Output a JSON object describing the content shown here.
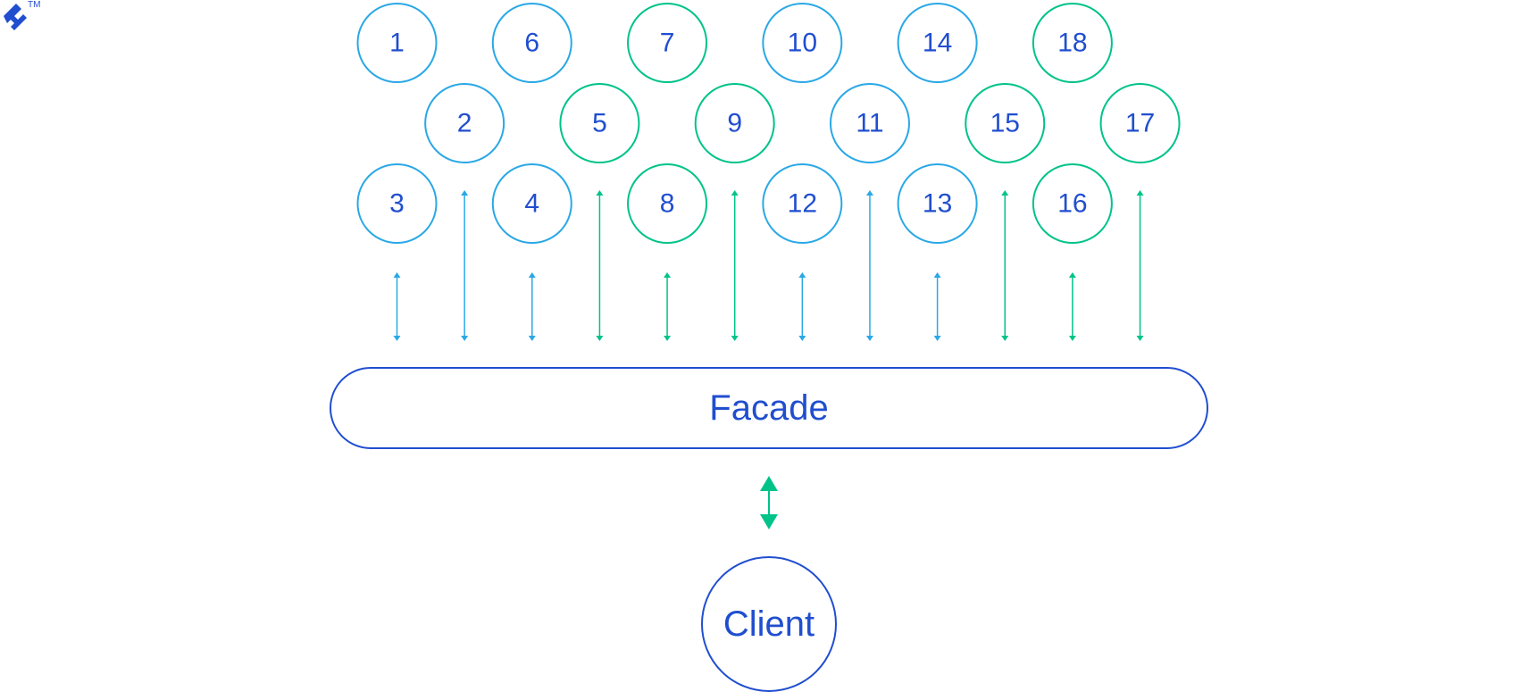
{
  "logo": {
    "text": "TM"
  },
  "colors": {
    "blue": "#2aa8e6",
    "green": "#00c389",
    "text": "#204ecf",
    "facade": "#204ecf"
  },
  "subsystems": [
    {
      "label": "1",
      "color": "blue",
      "row": 0,
      "col": 0
    },
    {
      "label": "2",
      "color": "blue",
      "row": 1,
      "col": 1
    },
    {
      "label": "3",
      "color": "blue",
      "row": 2,
      "col": 0
    },
    {
      "label": "4",
      "color": "blue",
      "row": 2,
      "col": 2
    },
    {
      "label": "5",
      "color": "green",
      "row": 1,
      "col": 3
    },
    {
      "label": "6",
      "color": "blue",
      "row": 0,
      "col": 2
    },
    {
      "label": "7",
      "color": "green",
      "row": 0,
      "col": 4
    },
    {
      "label": "8",
      "color": "green",
      "row": 2,
      "col": 4
    },
    {
      "label": "9",
      "color": "green",
      "row": 1,
      "col": 5
    },
    {
      "label": "10",
      "color": "blue",
      "row": 0,
      "col": 6
    },
    {
      "label": "11",
      "color": "blue",
      "row": 1,
      "col": 7
    },
    {
      "label": "12",
      "color": "blue",
      "row": 2,
      "col": 6
    },
    {
      "label": "13",
      "color": "blue",
      "row": 2,
      "col": 8
    },
    {
      "label": "14",
      "color": "blue",
      "row": 0,
      "col": 8
    },
    {
      "label": "15",
      "color": "green",
      "row": 1,
      "col": 9
    },
    {
      "label": "16",
      "color": "green",
      "row": 2,
      "col": 10
    },
    {
      "label": "17",
      "color": "green",
      "row": 1,
      "col": 11
    },
    {
      "label": "18",
      "color": "green",
      "row": 0,
      "col": 10
    }
  ],
  "connectors": [
    "blue",
    "blue",
    "blue",
    "green",
    "green",
    "green",
    "blue",
    "blue",
    "blue",
    "green",
    "green",
    "green"
  ],
  "facade": {
    "label": "Facade"
  },
  "client": {
    "label": "Client"
  }
}
